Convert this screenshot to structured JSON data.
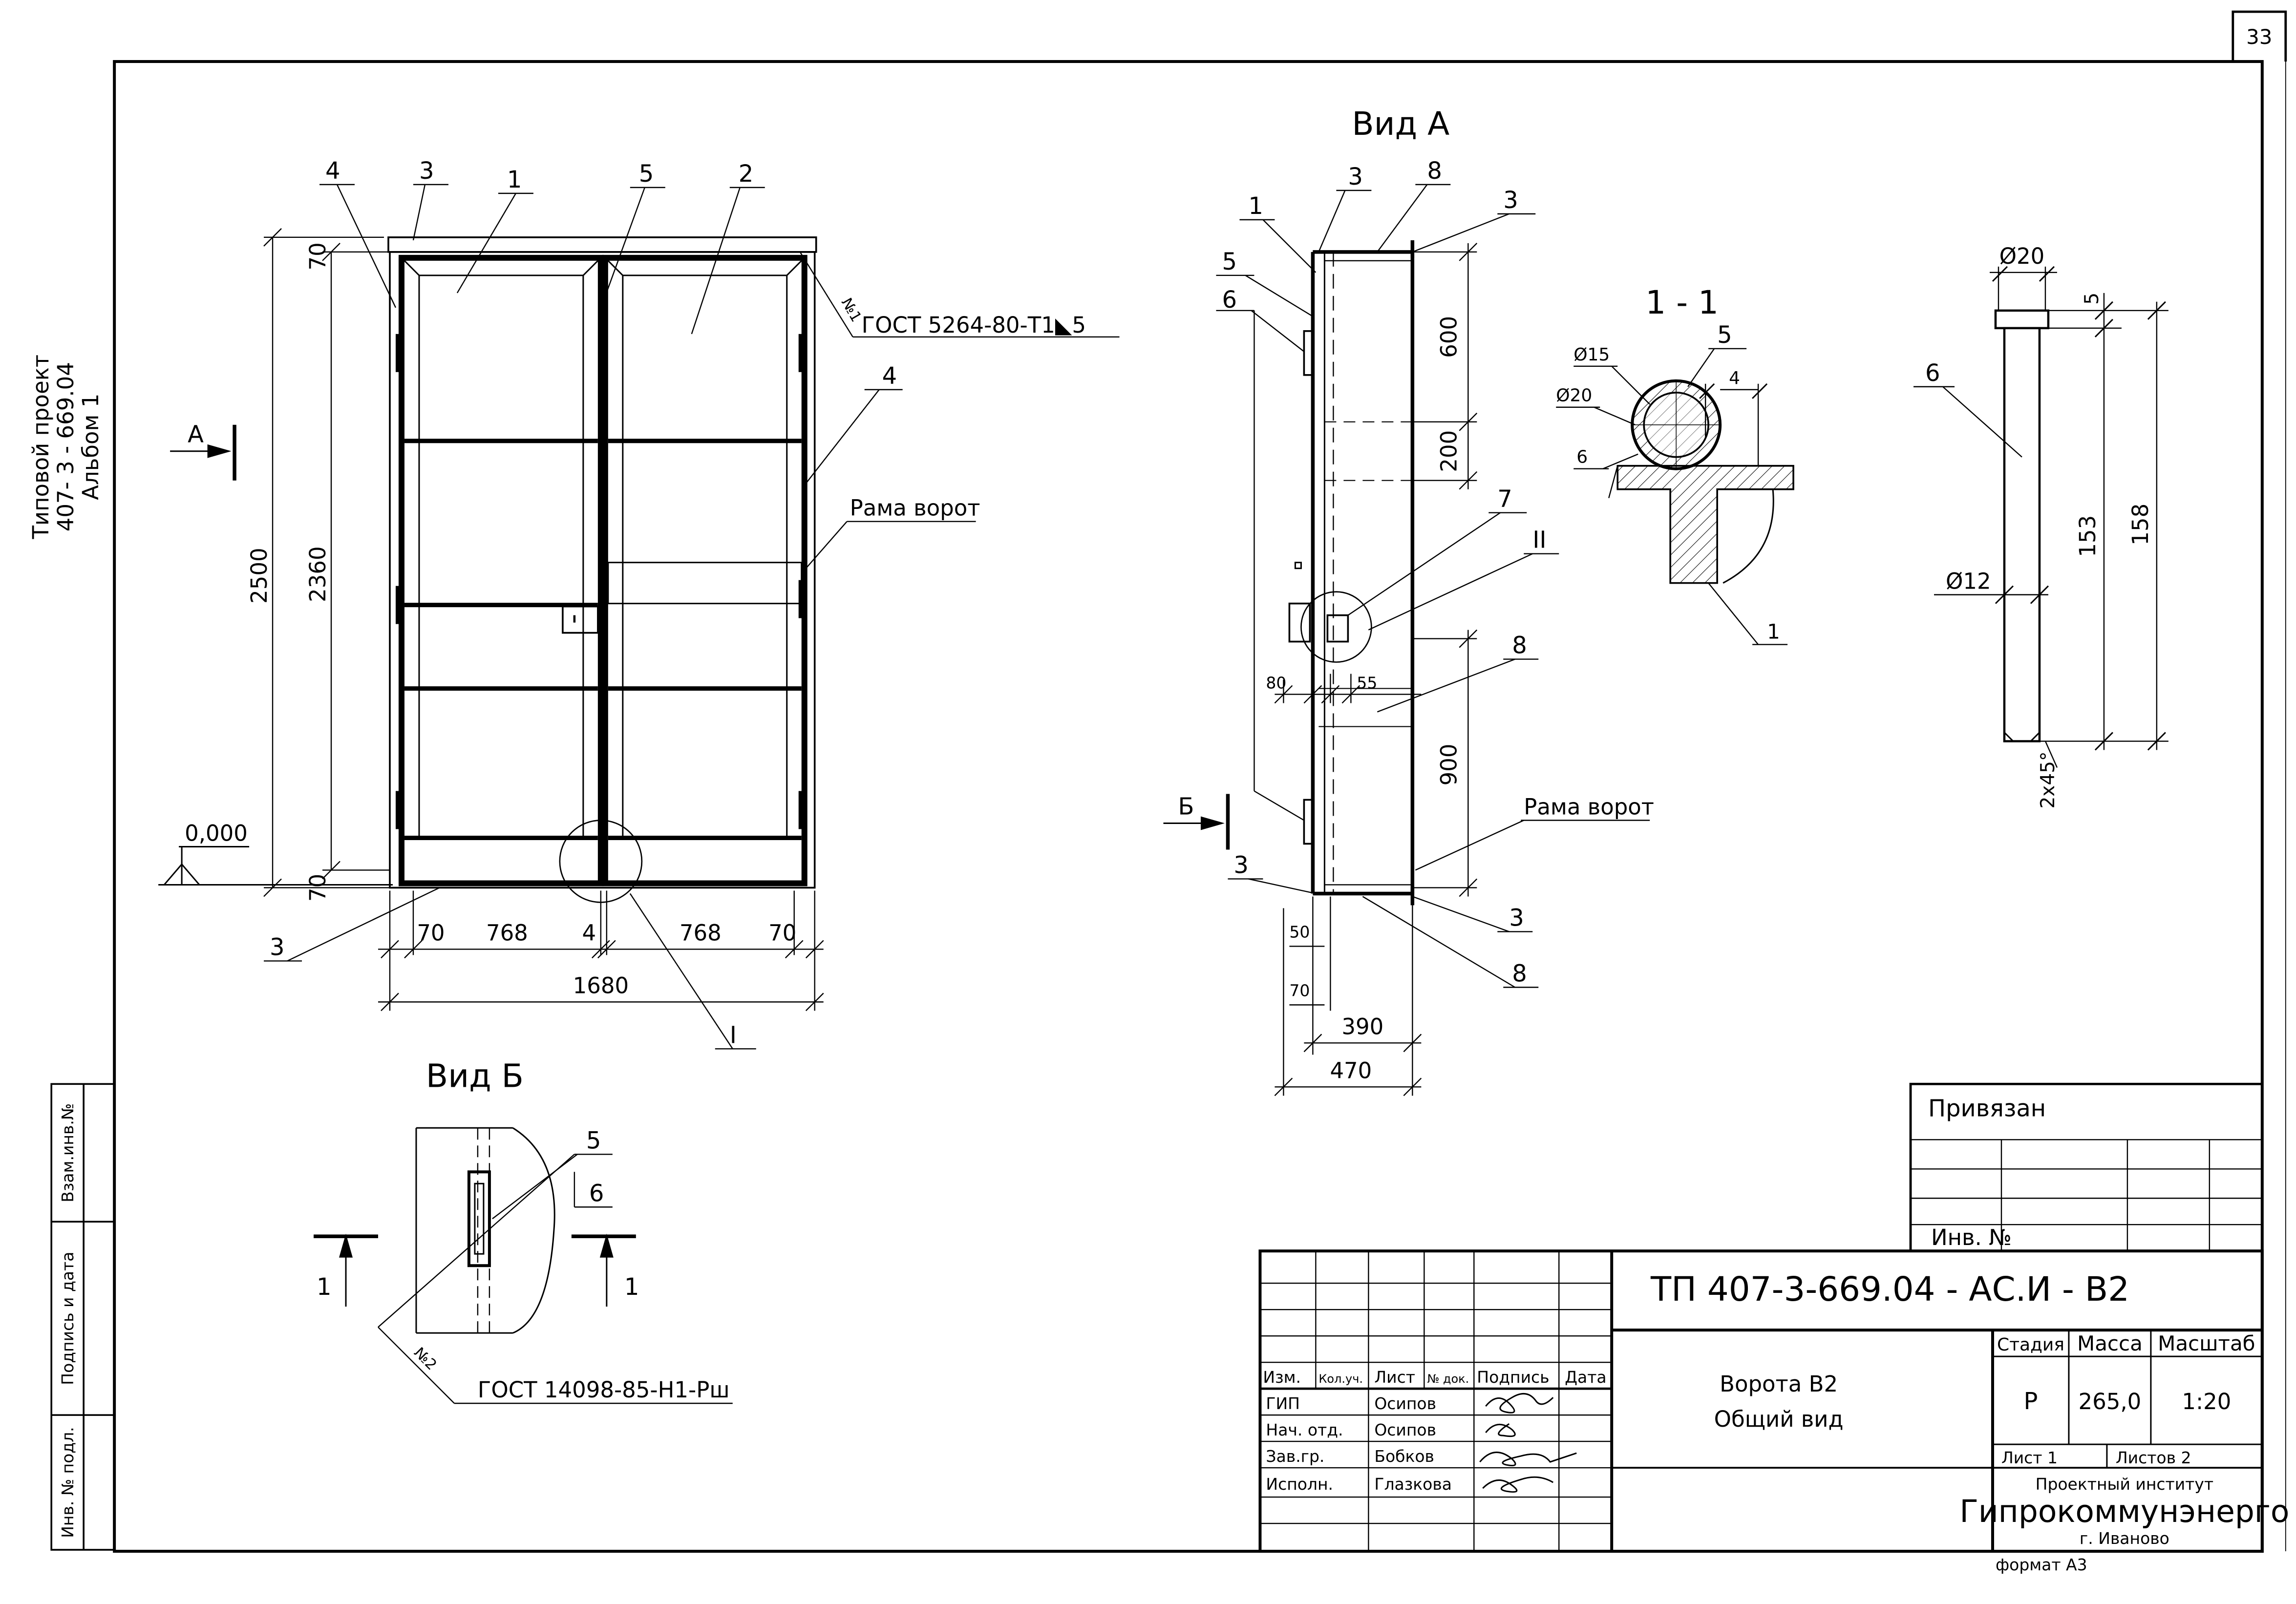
{
  "page_number": "33",
  "side_stamp": [
    "Типовой проект",
    "407- 3 - 669.04",
    "Альбом 1"
  ],
  "left_box": {
    "vzam": "Взам.инв.№",
    "podpis_data": "Подпись и дата",
    "inv_podl": "Инв. № подл."
  },
  "front_view": {
    "callouts": {
      "c1": "1",
      "c2": "2",
      "c3": "3",
      "c4": "4",
      "c5": "5",
      "c4b": "4",
      "c3b": "3"
    },
    "weld_no": "№1",
    "weld_note": "ГОСТ 5264-80-Т1◣5",
    "frame_label": "Рама ворот",
    "section_mark": "А",
    "level_mark": "0,000",
    "detail_mark": "I",
    "dims": {
      "total_height": "2500",
      "inner_height": "2360",
      "top_gap": "70",
      "bottom_gap": "70",
      "w1": "70",
      "w2": "768",
      "w3": "4",
      "w4": "768",
      "w5": "70",
      "total_width": "1680"
    }
  },
  "view_a": {
    "title": "Вид А",
    "callouts": {
      "c1": "1",
      "c3a": "3",
      "c8a": "8",
      "c3b": "3",
      "c5": "5",
      "c6": "6",
      "c7": "7",
      "detail": "II",
      "c8b": "8",
      "c3c": "3",
      "c3d": "3",
      "c8c": "8"
    },
    "frame_label": "Рама ворот",
    "section_mark": "Б",
    "dims": {
      "d600": "600",
      "d200": "200",
      "d900": "900",
      "d80": "80",
      "d55": "55",
      "d50": "50",
      "d70": "70",
      "d390": "390",
      "d470": "470"
    }
  },
  "section_1_1": {
    "title": "1 - 1",
    "labels": {
      "d15": "Ø15",
      "d20": "Ø20",
      "c5": "5",
      "c4": "4",
      "c6": "6",
      "c1": "1"
    }
  },
  "pin": {
    "labels": {
      "d20": "Ø20",
      "d5": "5",
      "c6": "6",
      "d153": "153",
      "d158": "158",
      "d12": "Ø12",
      "chamfer": "2x45°"
    }
  },
  "view_b": {
    "title": "Вид Б",
    "callouts": {
      "c5": "5",
      "c6": "6"
    },
    "section_left": "1",
    "section_right": "1",
    "weld_no": "№2",
    "weld_note": "ГОСТ 14098-85-Н1-Рш"
  },
  "title_block": {
    "privyazan": "Привязан",
    "inv_no": "Инв. №",
    "doc_code": "ТП   407-3-669.04 - АС.И - В2",
    "headers": {
      "izm": "Изм.",
      "kol": "Кол.уч.",
      "list": "Лист",
      "ndok": "№ док.",
      "podpis": "Подпись",
      "data": "Дата"
    },
    "roles": [
      {
        "role": "ГИП",
        "name": "Осипов"
      },
      {
        "role": "Нач. отд.",
        "name": "Осипов"
      },
      {
        "role": "Зав.гр.",
        "name": "Бобков"
      },
      {
        "role": "Исполн.",
        "name": "Глазкова"
      }
    ],
    "item_name_1": "Ворота В2",
    "item_name_2": "Общий вид",
    "stage_hdr": "Стадия",
    "mass_hdr": "Масса",
    "scale_hdr": "Масштаб",
    "stage": "Р",
    "mass": "265,0",
    "scale": "1:20",
    "sheet_label": "Лист 1",
    "sheets_label": "Листов  2",
    "org_1": "Проектный институт",
    "org_2": "Гипрокоммунэнерго",
    "org_3": "г. Иваново",
    "format": "формат А3"
  }
}
